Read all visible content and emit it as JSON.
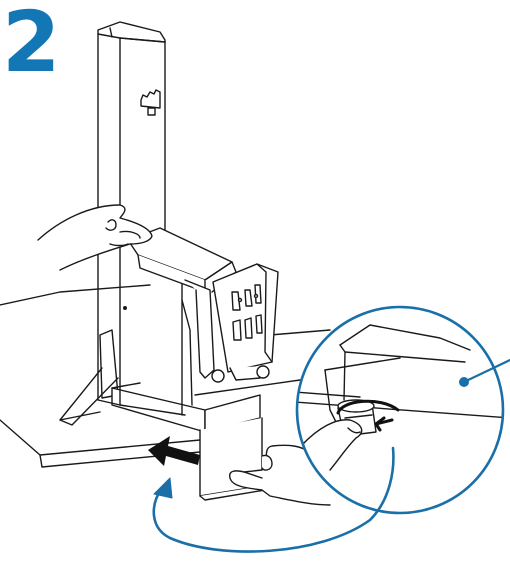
{
  "step": {
    "number": "2"
  },
  "colors": {
    "step_number": "#1376b5",
    "callout_accent": "#1a6fa8",
    "arrow_fill": "#111111",
    "line_art": "#1a1a1a",
    "background": "#ffffff"
  },
  "icons": {
    "step": "step-number",
    "motion": "push-arrow",
    "rotation": "curved-arrow",
    "callout": "magnifier-callout"
  }
}
